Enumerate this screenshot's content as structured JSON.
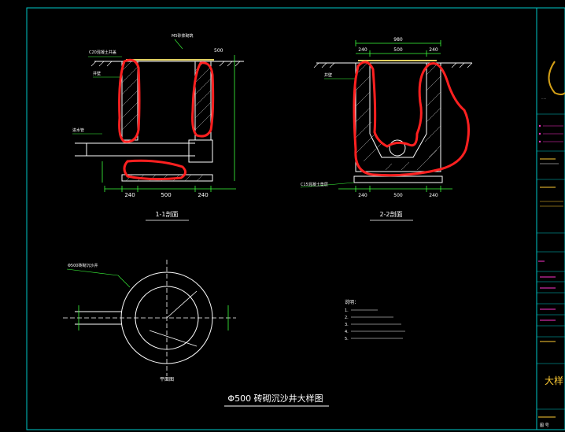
{
  "drawing": {
    "title": "Φ500 砖砌沉沙井大样图",
    "background": "#000000",
    "colors": {
      "frame": "#00c8c8",
      "line": "#ffffff",
      "dim": "#3cff3c",
      "hatch": "#bdbdbd",
      "markup": "#ff2020",
      "logo": "#d4a017",
      "magenta": "#ff33cc"
    }
  },
  "section_1_1": {
    "label": "1-1剖面",
    "dims_bottom": [
      "240",
      "500",
      "240"
    ],
    "dims_right": [
      "500"
    ],
    "callouts": [
      "C20混凝土井盖",
      "井壁",
      "M5砂浆砌筑",
      "进水管"
    ]
  },
  "section_2_2": {
    "label": "2-2剖面",
    "dims_top": [
      "980",
      "240",
      "500",
      "240"
    ],
    "dims_bottom": [
      "240",
      "500",
      "240"
    ],
    "callouts": [
      "井壁",
      "C15混凝土垫层"
    ]
  },
  "plan": {
    "label": "平面图",
    "callouts": [
      "Φ500砖砌沉沙井"
    ]
  },
  "notes": {
    "heading": "说明：",
    "items": [
      "1.",
      "2.",
      "3.",
      "4.",
      "5."
    ]
  },
  "title_block": {
    "fields": [
      "",
      "",
      "",
      "",
      "",
      "",
      ""
    ],
    "bottom_text": "大样",
    "sheet": "图 号"
  }
}
